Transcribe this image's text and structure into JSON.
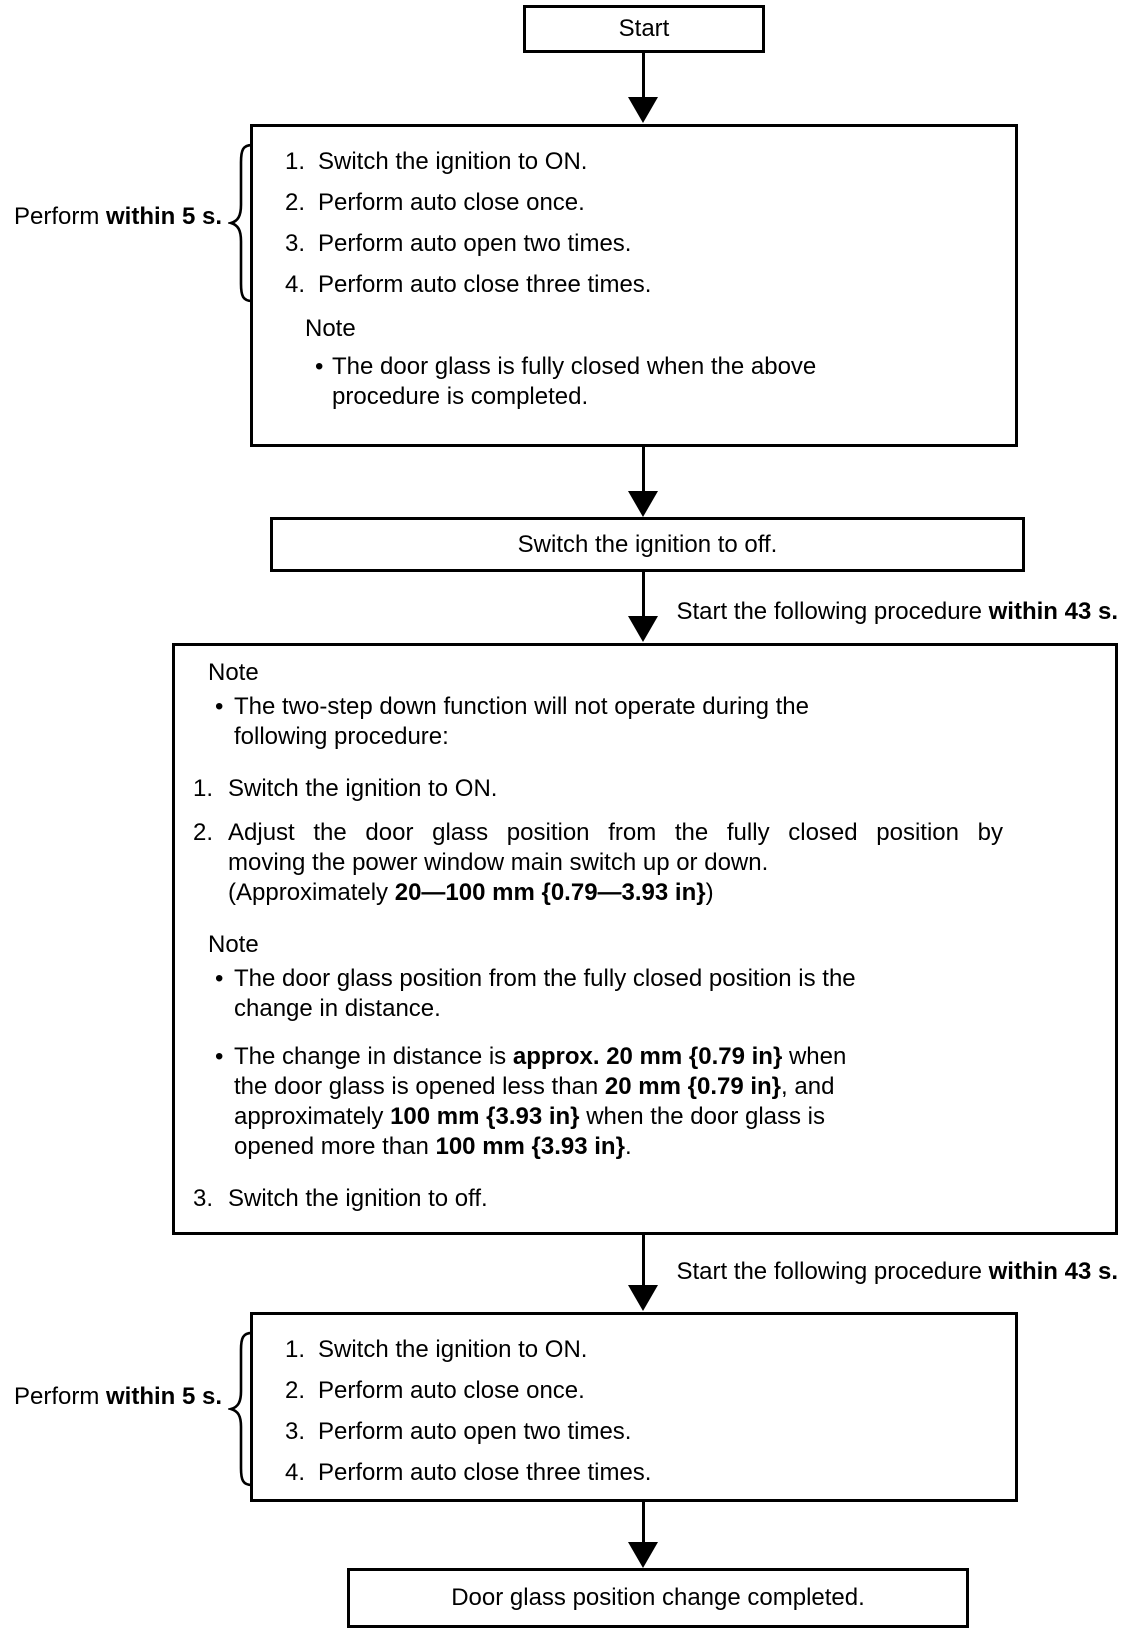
{
  "diagram": {
    "title_semantic": "Door glass position change procedure flowchart",
    "colors": {
      "line": "#000000",
      "background": "#ffffff",
      "text": "#000000"
    },
    "start": {
      "label": "Start"
    },
    "perform_label": [
      {
        "t": "Perform "
      },
      {
        "t": "within 5 s.",
        "b": true
      }
    ],
    "steps": [
      {
        "n": "1.",
        "t": "Switch the ignition to ON."
      },
      {
        "n": "2.",
        "t": "Perform auto close once."
      },
      {
        "n": "3.",
        "t": "Perform auto open two times."
      },
      {
        "n": "4.",
        "t": "Perform auto close three times."
      }
    ],
    "steps_note": {
      "title": "Note",
      "bullet": [
        {
          "t": "The door glass is fully closed when the above"
        },
        {
          "t": "\n"
        },
        {
          "t": "procedure is completed."
        }
      ]
    },
    "ignition_off": {
      "label": "Switch the ignition to off."
    },
    "within43_label": [
      {
        "t": "Start the following procedure "
      },
      {
        "t": "within 43 s.",
        "b": true
      }
    ],
    "adjust_box": {
      "note1_title": "Note",
      "note1": [
        {
          "t": "The two-step down function will not operate during the"
        },
        {
          "t": "\n"
        },
        {
          "t": "following procedure:"
        }
      ],
      "step1": {
        "n": "1.",
        "t": "Switch the ignition to ON."
      },
      "step2": {
        "n": "2.",
        "rich": [
          {
            "t": "Adjust the door glass position from the fully closed position by",
            "w": true
          },
          {
            "t": "\n"
          },
          {
            "t": "moving the power window main switch up or down."
          },
          {
            "t": "\n"
          },
          {
            "t": "(Approximately "
          },
          {
            "t": "20—100 mm {0.79—3.93 in}",
            "b": true
          },
          {
            "t": ")"
          }
        ]
      },
      "note2_title": "Note",
      "note2a": [
        {
          "t": "The door glass position from the fully closed position is the"
        },
        {
          "t": "\n"
        },
        {
          "t": "change in distance."
        }
      ],
      "note2b": [
        {
          "t": "The change in distance is "
        },
        {
          "t": "approx. 20 mm {0.79 in}",
          "b": true
        },
        {
          "t": " when"
        },
        {
          "t": "\n"
        },
        {
          "t": "the door glass is opened less than "
        },
        {
          "t": "20 mm {0.79 in}",
          "b": true
        },
        {
          "t": ", and"
        },
        {
          "t": "\n"
        },
        {
          "t": "approximately "
        },
        {
          "t": "100 mm {3.93 in}",
          "b": true
        },
        {
          "t": " when the door glass is"
        },
        {
          "t": "\n"
        },
        {
          "t": "opened more than "
        },
        {
          "t": "100 mm {3.93 in}",
          "b": true
        },
        {
          "t": "."
        }
      ],
      "step3": {
        "n": "3.",
        "t": "Switch the ignition to off."
      }
    },
    "completed": {
      "label": "Door glass position change completed."
    },
    "bullet_glyph": "•"
  }
}
